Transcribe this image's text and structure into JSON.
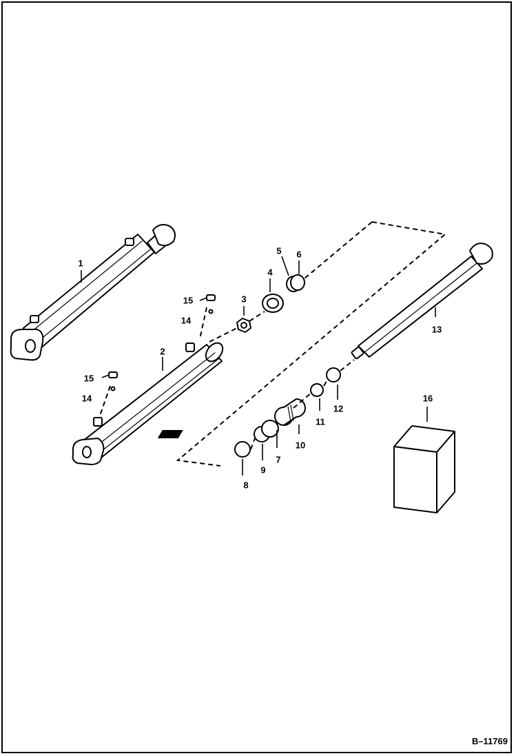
{
  "figure_id": "B–11769",
  "callouts": [
    {
      "id": "1",
      "label": "1"
    },
    {
      "id": "2",
      "label": "2"
    },
    {
      "id": "3",
      "label": "3"
    },
    {
      "id": "4",
      "label": "4"
    },
    {
      "id": "5",
      "label": "5"
    },
    {
      "id": "6",
      "label": "6"
    },
    {
      "id": "7",
      "label": "7"
    },
    {
      "id": "8",
      "label": "8"
    },
    {
      "id": "9",
      "label": "9"
    },
    {
      "id": "10",
      "label": "10"
    },
    {
      "id": "11",
      "label": "11"
    },
    {
      "id": "12",
      "label": "12"
    },
    {
      "id": "13",
      "label": "13"
    },
    {
      "id": "14a",
      "label": "14"
    },
    {
      "id": "15a",
      "label": "15"
    },
    {
      "id": "14b",
      "label": "14"
    },
    {
      "id": "15b",
      "label": "15"
    },
    {
      "id": "16",
      "label": "16"
    }
  ]
}
